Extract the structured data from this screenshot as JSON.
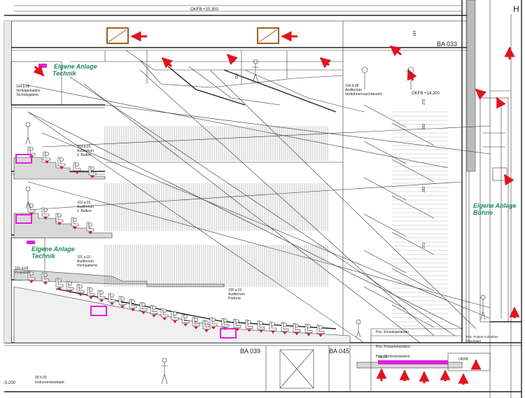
{
  "levels": {
    "ok_top": "OKFB +20.300",
    "ok_right": "OKFB +14.200",
    "ok_bottom": "-5.200",
    "ok_stage_lift": "OKFB",
    "ok_stage_lift2": "OKFB"
  },
  "axis_labels": {
    "ba_033": "BA 033",
    "ba_039": "BA 039",
    "ba_045": "BA 045",
    "grid_h": "H"
  },
  "zones": [
    {
      "label": "Eigene Anlage",
      "sub": "Technik"
    },
    {
      "label": "Eigene Anlage",
      "sub": "Technik"
    },
    {
      "label": "Eigene Anlage",
      "sub": "Bühne"
    }
  ],
  "rooms": {
    "r104b05": {
      "num": "104.b.05",
      "name1": "Verfolgerkabine",
      "name2": "Technikgalerie"
    },
    "r104b08": {
      "num": "104.b.08",
      "name1": "Auditorium",
      "name2": "Verbühnenrauchbereich"
    },
    "r103a01": {
      "num": "103.a.01",
      "name1": "Auditorium",
      "name2": "2. Balkon"
    },
    "r102a01": {
      "num": "102.a.01",
      "name1": "Auditorium",
      "name2": "1. Balkon"
    },
    "r101a01": {
      "num": "101.a.01",
      "name1": "Auditorium",
      "name2": "Hochparterre"
    },
    "r101a03": {
      "num": "101.a.03",
      "name1": "Projektion"
    },
    "r100a01": {
      "num": "100.a.01",
      "name1": "Auditorium",
      "name2": "Parterre"
    },
    "r99b03": {
      "num": "99.b.03",
      "name1": "Instrumentendepot"
    }
  },
  "stage_notes": {
    "n1": "Pos. Einsatzgeländer",
    "n2": "Pos. Posaunenpodest",
    "n3": "Pos. Orchesterpodest",
    "n4": "Pos. Podest Aufnahme",
    "n5": "Zuschauer"
  },
  "dims": [
    "184",
    "110",
    "375",
    "392",
    "282",
    "372"
  ],
  "colors": {
    "accent_red": "#e0141e",
    "magenta": "#e020e0",
    "brown": "#a0601a",
    "green": "#1a8a5c"
  }
}
